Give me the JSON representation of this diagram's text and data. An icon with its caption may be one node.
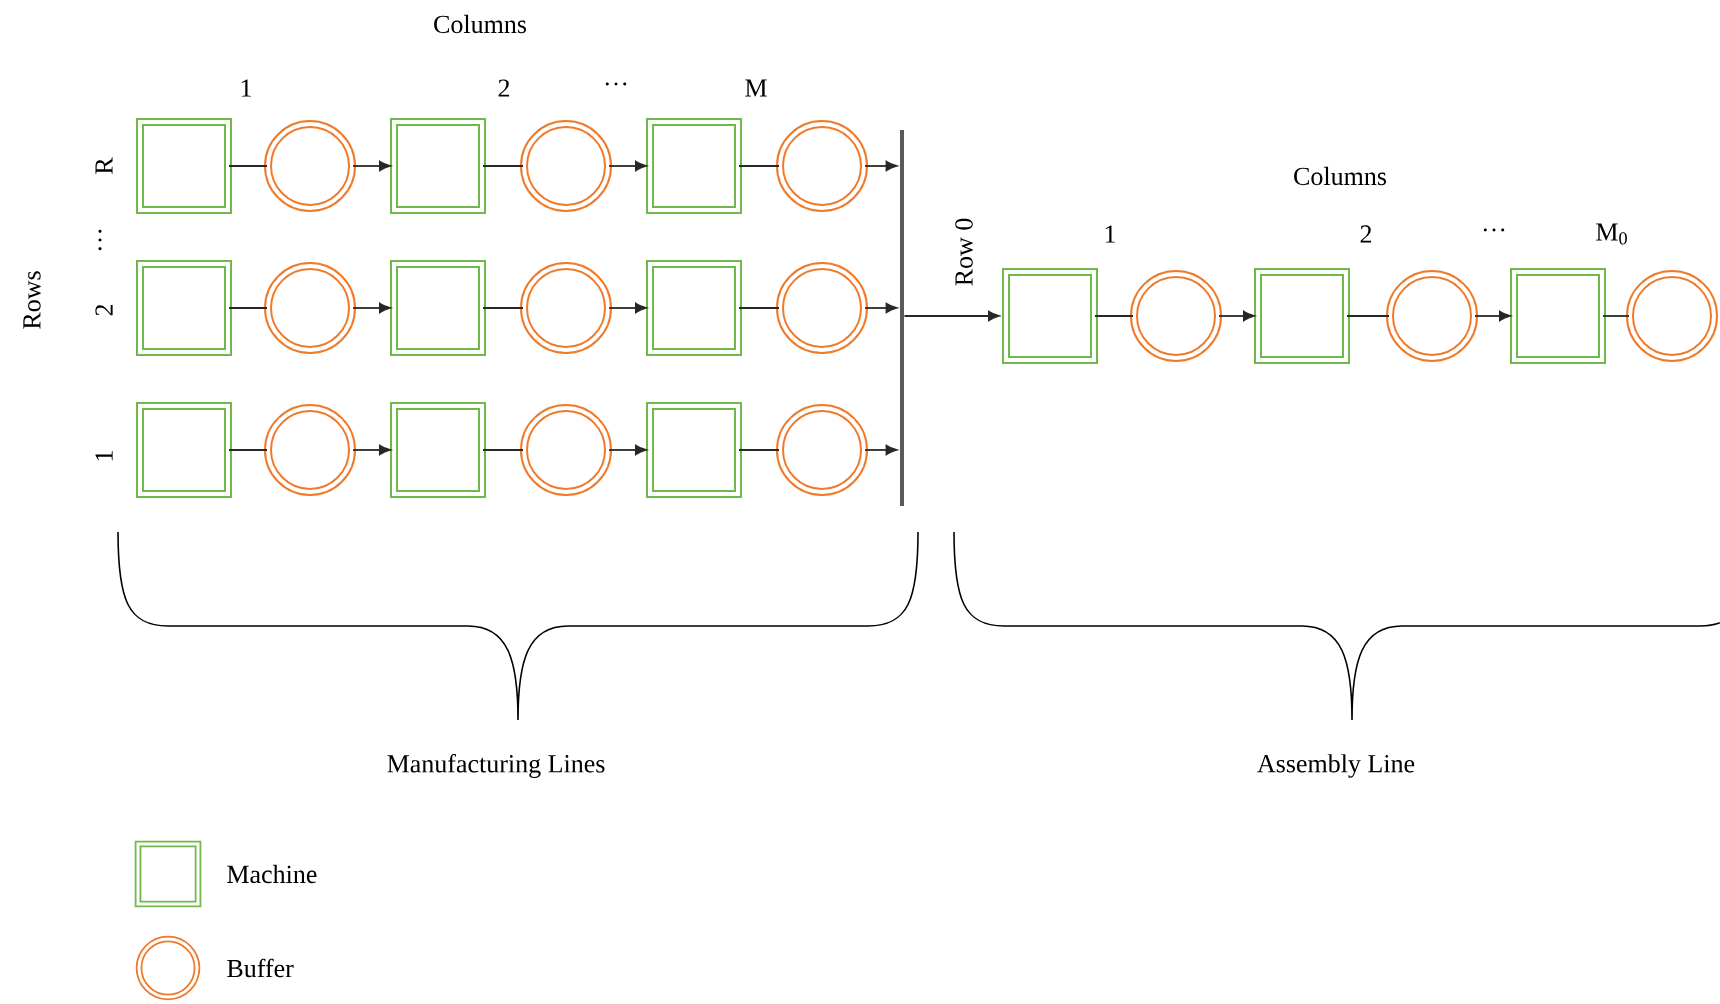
{
  "diagram": {
    "nodes": [
      {
        "text": [],
        "shape": "box"
      },
      {
        "text": [],
        "shape": "circle"
      },
      {
        "text": [],
        "shape": "box"
      },
      {
        "text": [],
        "shape": "circle"
      },
      {
        "text": [],
        "shape": "box"
      },
      {
        "text": [],
        "shape": "circle"
      },
      {
        "text": [],
        "shape": "box"
      },
      {
        "text": [],
        "shape": "circle"
      },
      {
        "text": [],
        "shape": "box"
      },
      {
        "text": [],
        "shape": "circle"
      },
      {
        "text": [],
        "shape": "box"
      },
      {
        "text": [],
        "shape": "circle"
      },
      {
        "text": [],
        "shape": "box"
      },
      {
        "text": [],
        "shape": "circle"
      },
      {
        "text": [],
        "shape": "box"
      },
      {
        "text": [],
        "shape": "circle"
      },
      {
        "text": [],
        "shape": "box"
      },
      {
        "text": [],
        "shape": "circle"
      },
      {
        "text": [],
        "shape": "bar"
      },
      {
        "text": [],
        "shape": "box"
      },
      {
        "text": [],
        "shape": "circle"
      },
      {
        "text": [],
        "shape": "box"
      },
      {
        "text": [],
        "shape": "circle"
      },
      {
        "text": [],
        "shape": "box"
      },
      {
        "text": [],
        "shape": "circle"
      }
    ],
    "edges": [
      {
        "from": 0,
        "to": 1,
        "arrow": "none"
      },
      {
        "from": 1,
        "to": 2,
        "arrow": "to"
      },
      {
        "from": 2,
        "to": 3,
        "arrow": "none"
      },
      {
        "from": 3,
        "to": 4,
        "arrow": "to"
      },
      {
        "from": 4,
        "to": 5,
        "arrow": "none"
      },
      {
        "from": 5,
        "to": 18,
        "arrow": "to"
      },
      {
        "from": 6,
        "to": 7,
        "arrow": "none"
      },
      {
        "from": 7,
        "to": 8,
        "arrow": "to"
      },
      {
        "from": 8,
        "to": 9,
        "arrow": "none"
      },
      {
        "from": 9,
        "to": 10,
        "arrow": "to"
      },
      {
        "from": 10,
        "to": 11,
        "arrow": "none"
      },
      {
        "from": 11,
        "to": 18,
        "arrow": "to"
      },
      {
        "from": 12,
        "to": 13,
        "arrow": "none"
      },
      {
        "from": 13,
        "to": 14,
        "arrow": "to"
      },
      {
        "from": 14,
        "to": 15,
        "arrow": "none"
      },
      {
        "from": 15,
        "to": 16,
        "arrow": "to"
      },
      {
        "from": 16,
        "to": 17,
        "arrow": "none"
      },
      {
        "from": 17,
        "to": 18,
        "arrow": "to"
      },
      {
        "from": 18,
        "to": 19,
        "arrow": "to"
      },
      {
        "from": 19,
        "to": 20,
        "arrow": "none"
      },
      {
        "from": 20,
        "to": 21,
        "arrow": "to"
      },
      {
        "from": 21,
        "to": 22,
        "arrow": "none"
      },
      {
        "from": 22,
        "to": 23,
        "arrow": "to"
      },
      {
        "from": 23,
        "to": 24,
        "arrow": "none"
      }
    ],
    "labels": [
      "Columns",
      "1",
      "2",
      "…",
      "M",
      "R",
      "…",
      "2",
      "1",
      "Rows",
      "Columns",
      "1",
      "2",
      "…",
      "M$_{0}$",
      "Row 0",
      "Manufacturing Lines",
      "Assembly Line"
    ],
    "legend": [
      {
        "text": "Machine"
      },
      {
        "text": "Buffer"
      }
    ]
  }
}
